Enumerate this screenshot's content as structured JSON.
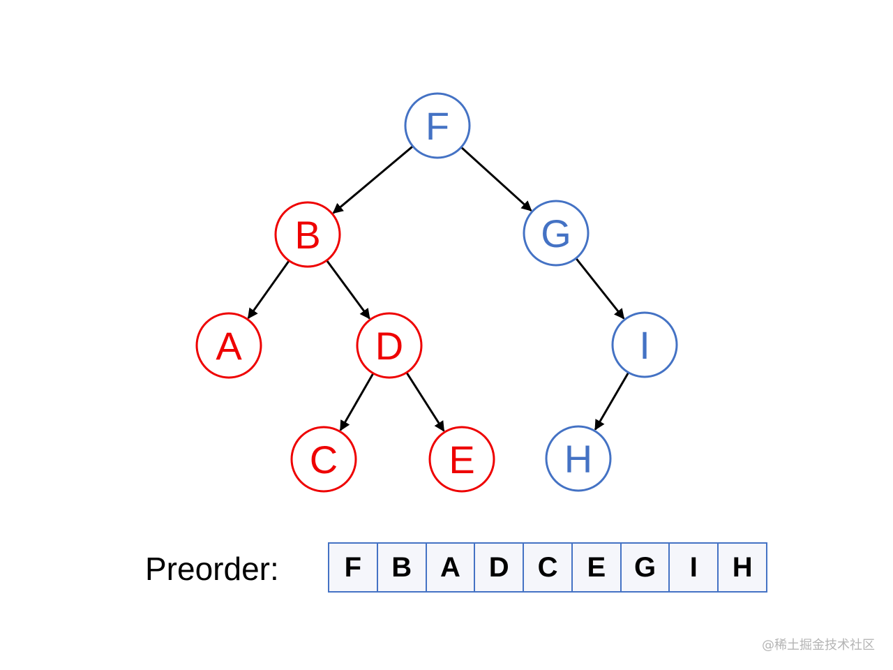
{
  "colors": {
    "red": "#ee0000",
    "blue": "#4472c4",
    "edge": "#000000"
  },
  "tree": {
    "nodes": [
      {
        "id": "F",
        "label": "F",
        "color": "blue"
      },
      {
        "id": "B",
        "label": "B",
        "color": "red"
      },
      {
        "id": "G",
        "label": "G",
        "color": "blue"
      },
      {
        "id": "A",
        "label": "A",
        "color": "red"
      },
      {
        "id": "D",
        "label": "D",
        "color": "red"
      },
      {
        "id": "I",
        "label": "I",
        "color": "blue"
      },
      {
        "id": "C",
        "label": "C",
        "color": "red"
      },
      {
        "id": "E",
        "label": "E",
        "color": "red"
      },
      {
        "id": "H",
        "label": "H",
        "color": "blue"
      }
    ],
    "edges": [
      {
        "from": "F",
        "to": "B"
      },
      {
        "from": "F",
        "to": "G"
      },
      {
        "from": "B",
        "to": "A"
      },
      {
        "from": "B",
        "to": "D"
      },
      {
        "from": "G",
        "to": "I"
      },
      {
        "from": "D",
        "to": "C"
      },
      {
        "from": "D",
        "to": "E"
      },
      {
        "from": "I",
        "to": "H"
      }
    ]
  },
  "preorder": {
    "label": "Preorder:",
    "sequence": [
      "F",
      "B",
      "A",
      "D",
      "C",
      "E",
      "G",
      "I",
      "H"
    ]
  },
  "watermark": "@稀土掘金技术社区"
}
